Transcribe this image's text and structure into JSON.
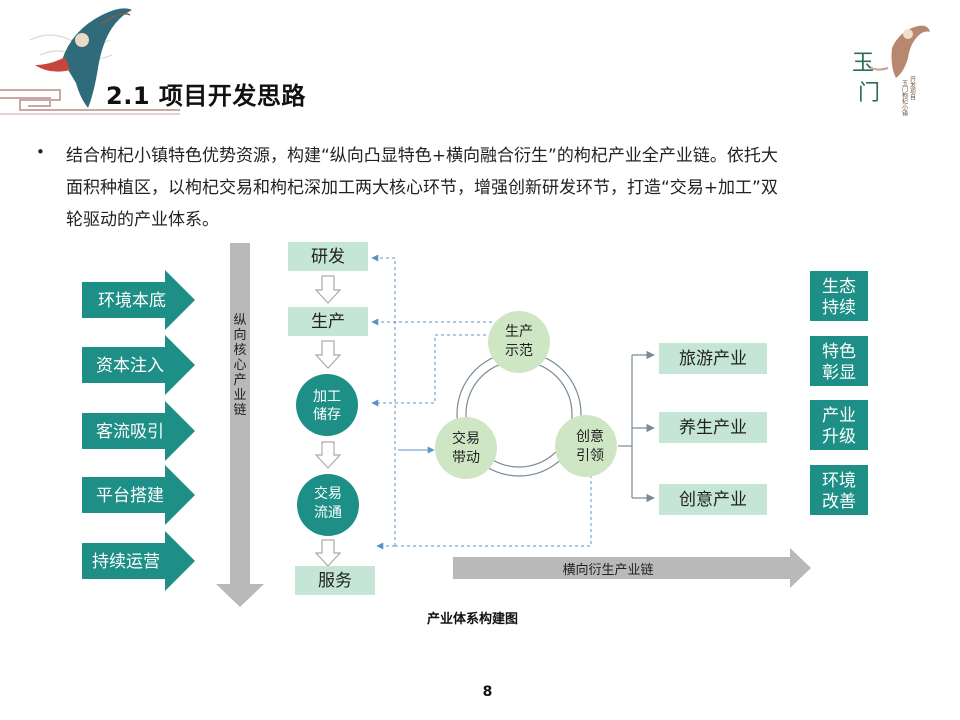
{
  "header": {
    "section_title": "2.1 项目开发思路",
    "logo_char_1": "玉",
    "logo_char_2": "门",
    "logo_tagline_1": "开发项目",
    "logo_tagline_2": "玉门枸杞小镇"
  },
  "body": {
    "bullet": "•",
    "paragraph_lines": [
      "结合枸杞小镇特色优势资源，构建“纵向凸显特色+横向融合衍生”的枸杞产业全产业链。依托大",
      "面积种植区，以枸杞交易和枸杞深加工两大核心环节，增强创新研发环节，打造“交易+加工”双",
      "轮驱动的产业体系。"
    ]
  },
  "diagram": {
    "left_arrows": [
      "环境本底",
      "资本注入",
      "客流吸引",
      "平台搭建",
      "持续运营"
    ],
    "vertical_chain_label": [
      "纵",
      "向",
      "核",
      "心",
      "产",
      "业",
      "链"
    ],
    "chain_boxes": {
      "rd": "研发",
      "production": "生产",
      "service": "服务"
    },
    "chain_circles": {
      "process": [
        "加工",
        "储存"
      ],
      "trade": [
        "交易",
        "流通"
      ]
    },
    "cycle_nodes": {
      "top": [
        "生产",
        "示范"
      ],
      "left": [
        "交易",
        "带动"
      ],
      "right": [
        "创意",
        "引领"
      ]
    },
    "industries": [
      "旅游产业",
      "养生产业",
      "创意产业"
    ],
    "outcomes": [
      [
        "生态",
        "持续"
      ],
      [
        "特色",
        "彰显"
      ],
      [
        "产业",
        "升级"
      ],
      [
        "环境",
        "改善"
      ]
    ],
    "horizontal_chain_label": "横向衍生产业链",
    "caption": "产业体系构建图"
  },
  "footer": {
    "page_number": "8"
  },
  "colors": {
    "teal_dark": "#1e8f86",
    "teal_box": "#c5e6d6",
    "green_circle": "#cfe6c4",
    "arrow_gray": "#b9b9b9",
    "dashed_blue": "#5b93c7"
  }
}
